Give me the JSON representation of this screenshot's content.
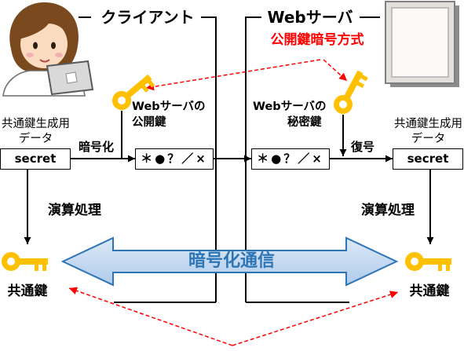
{
  "client": {
    "title": "クライアント",
    "illustration": "person-with-laptop-icon",
    "public_key_label": [
      "Webサーバの",
      "公開鍵"
    ],
    "seed_label": [
      "共通鍵生成用",
      "データ"
    ],
    "seed_value": "secret",
    "encrypt_label": "暗号化",
    "ciphertext": "＊●？／×",
    "process_label": "演算処理",
    "common_key_label": "共通鍵"
  },
  "server": {
    "title": "Webサーバ",
    "illustration": "server-icon",
    "private_key_label": [
      "Webサーバの",
      "秘密鍵"
    ],
    "seed_label": [
      "共通鍵生成用",
      "データ"
    ],
    "seed_value": "secret",
    "decrypt_label": "復号",
    "ciphertext": "＊●？／×",
    "process_label": "演算処理",
    "common_key_label": "共通鍵"
  },
  "public_key_scheme_label": "公開鍵暗号方式",
  "channel_label": "暗号化通信",
  "icons": {
    "key": "key-icon"
  },
  "colors": {
    "key": "#FFC000",
    "highlight": "#FF0000",
    "channel": "#2E75B6",
    "channel_fill_top": "#DCE9F7",
    "channel_fill_bottom": "#AFCBEB"
  }
}
